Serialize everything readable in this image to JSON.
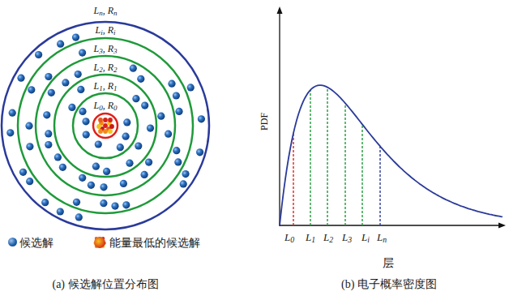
{
  "diagram": {
    "labels": [
      "Ln, Rn",
      "Li, Ri",
      "L3, R3",
      "L2, R2",
      "L1, R1",
      "L0, R0",
      "PDF",
      "L0",
      "L1",
      "L2",
      "L3",
      "Li",
      "Ln",
      "层",
      "(a) 候选解位置分布图",
      "(b) 电子概率密度图"
    ],
    "legend": [
      {
        "text": "候选解",
        "color": "#1f5fa8"
      },
      {
        "text": "能量最低的候选解",
        "color": "#e0501a"
      }
    ]
  }
}
